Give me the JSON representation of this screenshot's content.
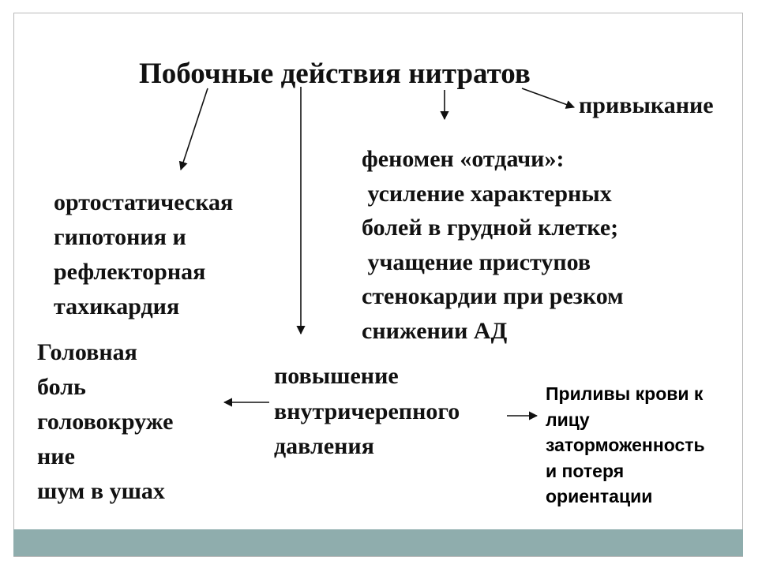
{
  "slide": {
    "title": "Побочные действия нитратов",
    "tolerance": "привыкание",
    "rebound": {
      "lines": [
        "феномен «отдачи»:",
        " усиление характерных",
        "болей в грудной клетке;",
        " учащение приступов",
        "стенокардии при резком",
        "снижении АД"
      ]
    },
    "orthostatic": {
      "lines": [
        "ортостатическая",
        "гипотония и",
        "рефлекторная",
        "тахикардия"
      ]
    },
    "headache": {
      "lines": [
        "Головная",
        "боль",
        "головокруже",
        "ние",
        "шум в ушах"
      ]
    },
    "icp": {
      "lines": [
        "повышение",
        "внутричерепного",
        "давления"
      ]
    },
    "flushing": {
      "lines": [
        "Приливы крови к",
        "лицу",
        "заторможенность",
        "и потеря",
        "ориентации"
      ]
    }
  },
  "colors": {
    "footer_bar": "#8fadad",
    "text": "#111111",
    "frame": "#b9b9b9"
  }
}
